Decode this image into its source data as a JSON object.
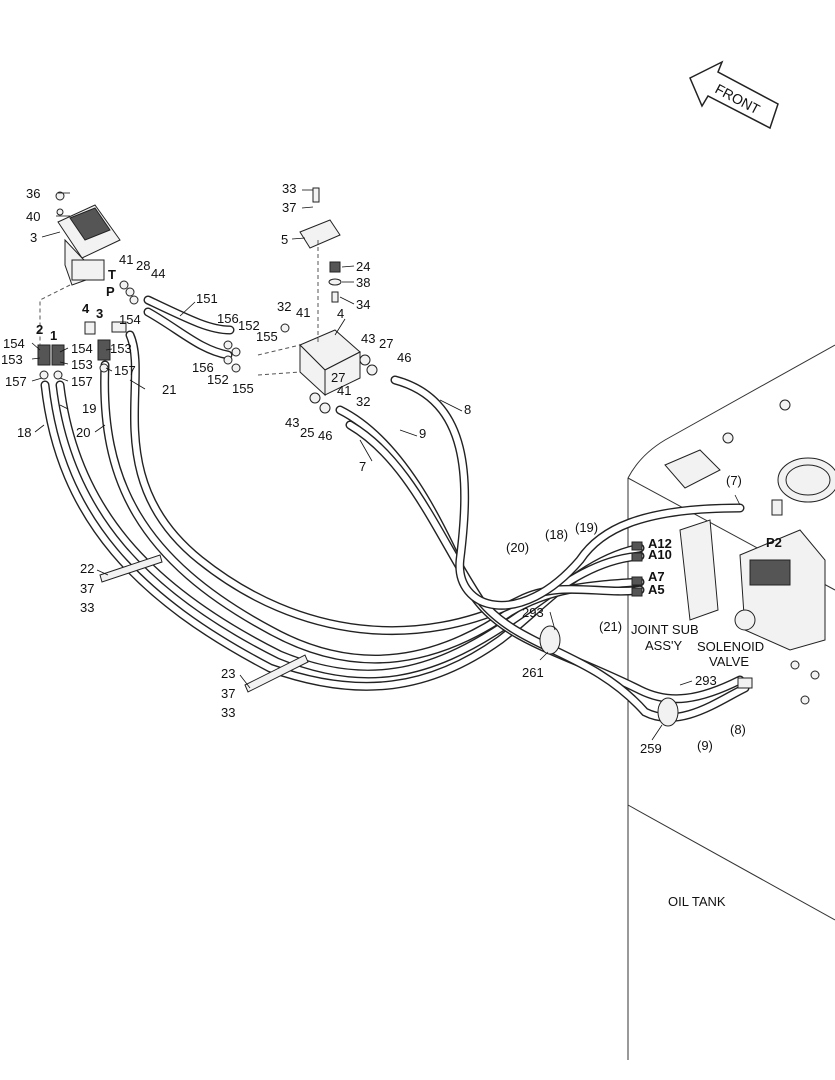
{
  "labels": {
    "l36": "36",
    "l40": "40",
    "l3a": "3",
    "l41a": "41",
    "l28": "28",
    "l44": "44",
    "lT": "T",
    "lP": "P",
    "l4b": "4",
    "l3b": "3",
    "l2b": "2",
    "l1b": "1",
    "l154a": "154",
    "l154b": "154",
    "l154c": "154",
    "l153a": "153",
    "l153b": "153",
    "l153c": "153",
    "l157a": "157",
    "l157b": "157",
    "l157c": "157",
    "l19": "19",
    "l18": "18",
    "l20": "20",
    "l21": "21",
    "l151": "151",
    "l156a": "156",
    "l152a": "152",
    "l155a": "155",
    "l156b": "156",
    "l152b": "152",
    "l155b": "155",
    "l33a": "33",
    "l37a": "37",
    "l5": "5",
    "l24": "24",
    "l38": "38",
    "l34": "34",
    "l32a": "32",
    "l41b": "41",
    "l4": "4",
    "l43a": "43",
    "l27a": "27",
    "l46a": "46",
    "l27b": "27",
    "l41c": "41",
    "l32b": "32",
    "l43b": "43",
    "l25": "25",
    "l46b": "46",
    "l8": "8",
    "l9": "9",
    "l7": "7",
    "l22": "22",
    "l37b": "37",
    "l33b": "33",
    "l23": "23",
    "l37c": "37",
    "l33c": "33",
    "l7p": "(7)",
    "lP2": "P2",
    "lA12": "A12",
    "lA10": "A10",
    "lA7": "A7",
    "lA5": "A5",
    "l20p": "(20)",
    "l18p": "(18)",
    "l19p": "(19)",
    "l21p": "(21)",
    "l293a": "293",
    "l293b": "293",
    "l261": "261",
    "l259": "259",
    "l9p": "(9)",
    "l8p": "(8)"
  },
  "notes": {
    "front": "FRONT",
    "joint_sub_1": "JOINT SUB",
    "joint_sub_2": "ASS'Y",
    "solenoid_1": "SOLENOID",
    "solenoid_2": "VALVE",
    "oil_tank": "OIL TANK"
  }
}
